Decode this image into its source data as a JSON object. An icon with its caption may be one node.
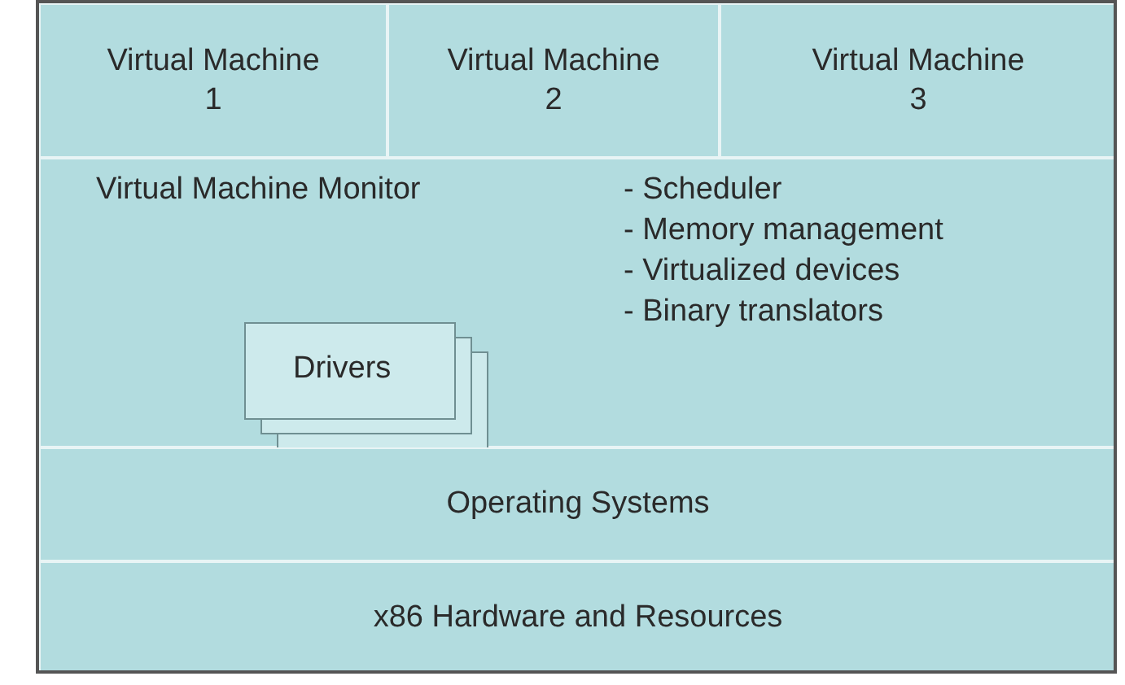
{
  "diagram": {
    "nodes": [
      {
        "text": [
          "Virtual Machine 1"
        ]
      },
      {
        "text": [
          "Virtual Machine 2"
        ]
      },
      {
        "text": [
          "Virtual Machine 3"
        ]
      },
      {
        "text": [
          "Virtual Machine Monitor",
          "- Scheduler",
          "- Memory management",
          "- Virtualized devices",
          "- Binary translators"
        ]
      },
      {
        "text": [
          "Drivers"
        ],
        "in": 3
      },
      {
        "text": [
          "Operating Systems"
        ]
      },
      {
        "text": [
          "x86 Hardware and Resources"
        ]
      }
    ],
    "edges": []
  }
}
